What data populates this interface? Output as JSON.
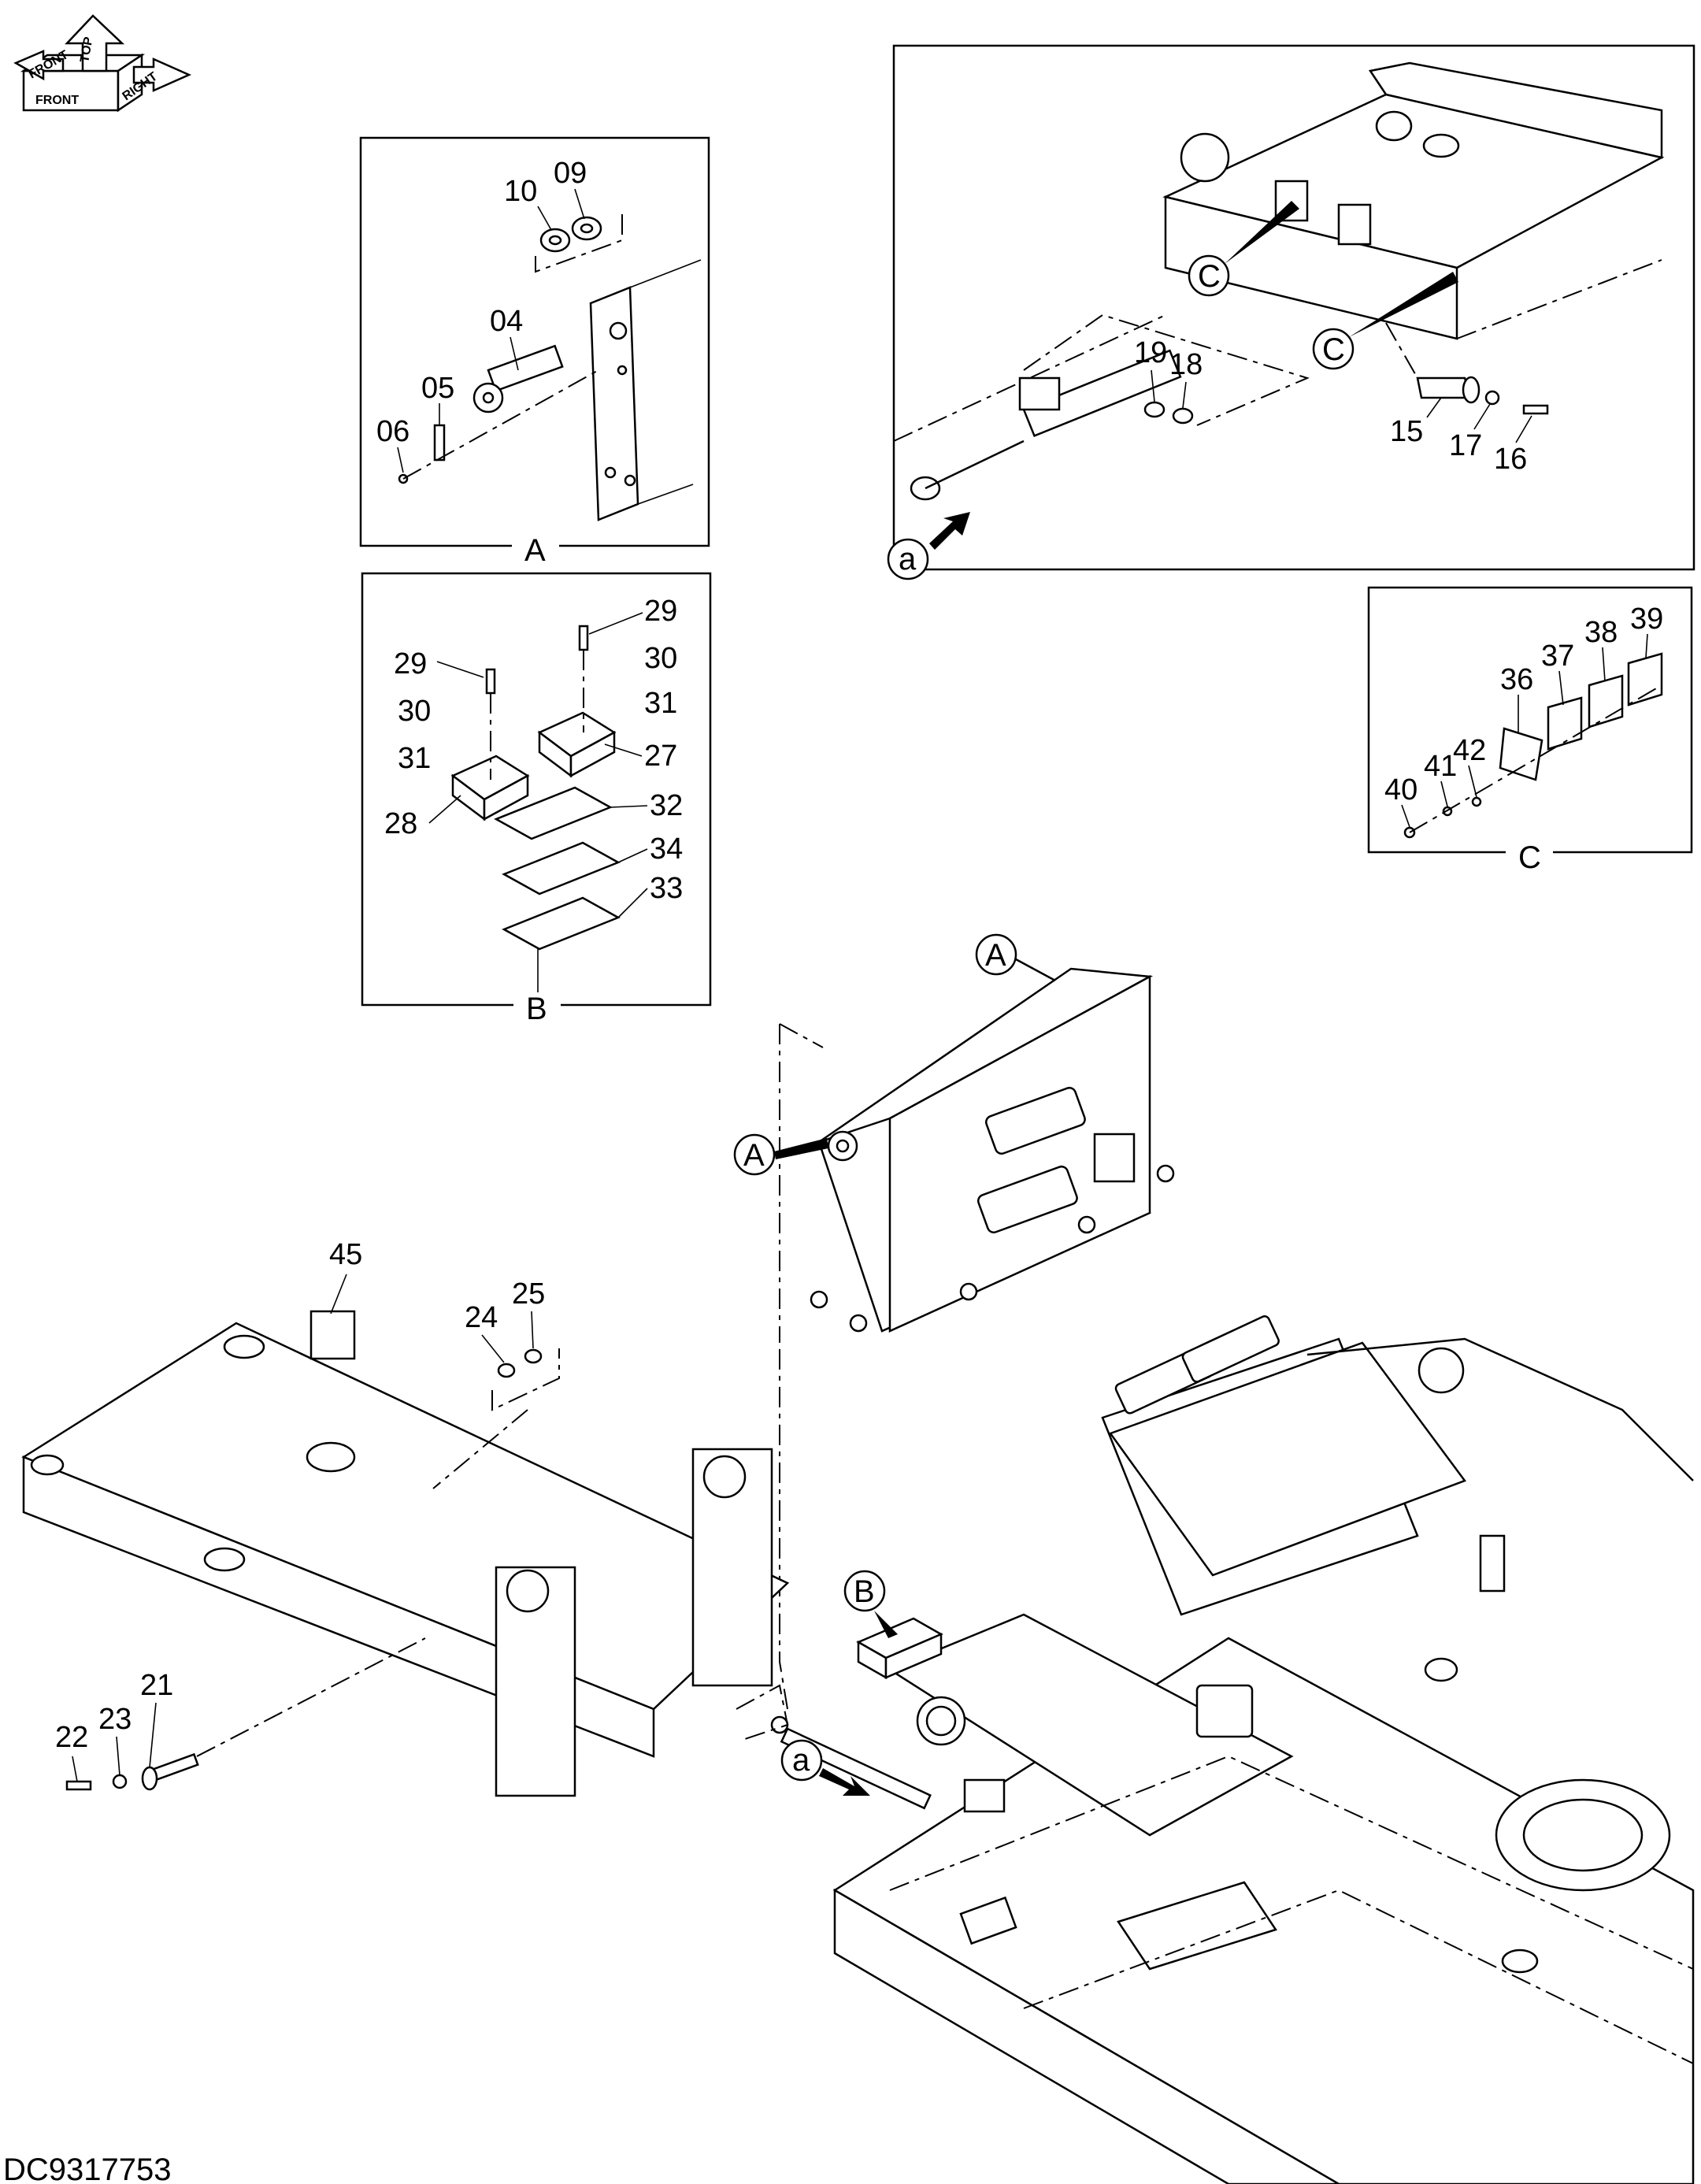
{
  "orientation_icon": {
    "front": "FRONT",
    "top": "TOP",
    "right": "RIGHT",
    "front_alt": "FRONT"
  },
  "drawing_id": "DC9317753",
  "views": {
    "A": {
      "title": "A",
      "labels": [
        "10",
        "09",
        "04",
        "05",
        "06"
      ]
    },
    "B": {
      "title": "B",
      "labels": [
        "29",
        "30",
        "31",
        "29",
        "30",
        "31",
        "27",
        "28",
        "32",
        "34",
        "33"
      ]
    },
    "C": {
      "title": "C",
      "labels": [
        "39",
        "38",
        "37",
        "36",
        "42",
        "41",
        "40"
      ]
    },
    "detail": {
      "labels": [
        "19",
        "18",
        "15",
        "17",
        "16"
      ],
      "callouts": [
        "C",
        "C",
        "a"
      ]
    }
  },
  "main": {
    "labels": [
      "45",
      "25",
      "24",
      "21",
      "23",
      "22"
    ],
    "callouts": [
      "A",
      "A",
      "B",
      "a"
    ]
  }
}
